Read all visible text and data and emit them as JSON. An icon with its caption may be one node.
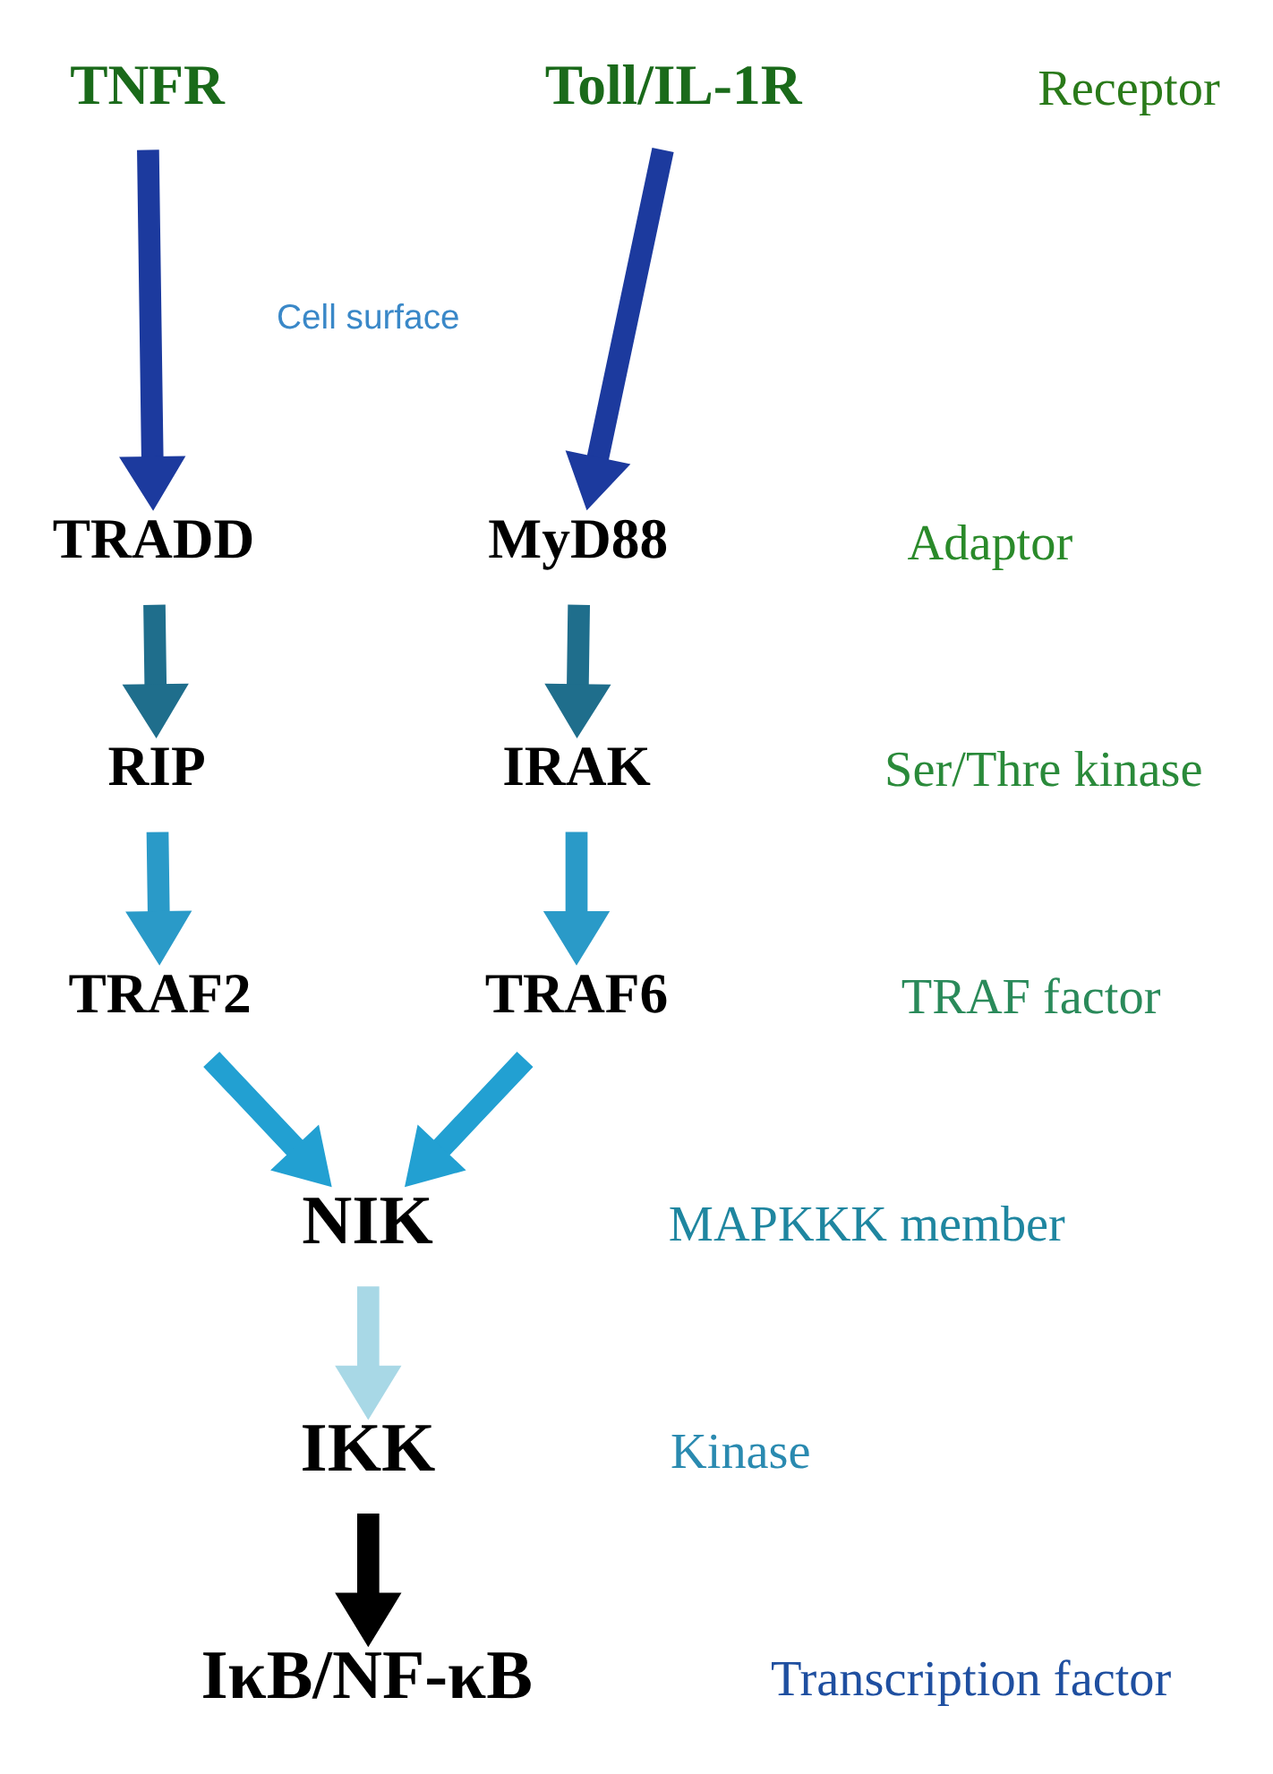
{
  "diagram": {
    "nodes": [
      {
        "text": [
          "TNFR"
        ]
      },
      {
        "text": [
          "Toll/IL-1R"
        ]
      },
      {
        "text": [
          "TRADD"
        ]
      },
      {
        "text": [
          "MyD88"
        ]
      },
      {
        "text": [
          "RIP"
        ]
      },
      {
        "text": [
          "IRAK"
        ]
      },
      {
        "text": [
          "TRAF2"
        ]
      },
      {
        "text": [
          "TRAF6"
        ]
      },
      {
        "text": [
          "NIK"
        ]
      },
      {
        "text": [
          "IKK"
        ]
      },
      {
        "text": [
          "IκB/NF-κB"
        ]
      }
    ],
    "edges": [
      {
        "from": 0,
        "to": 2,
        "arrow": "to",
        "color": "#1c3a9e"
      },
      {
        "from": 1,
        "to": 3,
        "arrow": "to",
        "color": "#1c3a9e"
      },
      {
        "from": 2,
        "to": 4,
        "arrow": "to",
        "color": "#1f6e8c"
      },
      {
        "from": 3,
        "to": 5,
        "arrow": "to",
        "color": "#1f6e8c"
      },
      {
        "from": 4,
        "to": 6,
        "arrow": "to",
        "color": "#2a9ac8"
      },
      {
        "from": 5,
        "to": 7,
        "arrow": "to",
        "color": "#2a9ac8"
      },
      {
        "from": 6,
        "to": 8,
        "arrow": "to",
        "color": "#22a0d2"
      },
      {
        "from": 7,
        "to": 8,
        "arrow": "to",
        "color": "#22a0d2"
      },
      {
        "from": 8,
        "to": 9,
        "arrow": "to",
        "color": "#a8d8e6"
      },
      {
        "from": 9,
        "to": 10,
        "arrow": "to",
        "color": "#000000"
      }
    ],
    "labels": [
      "Receptor",
      "Cell surface",
      "Adaptor",
      "Ser/Thre kinase",
      "TRAF factor",
      "MAPKKK member",
      "Kinase",
      "Transcription factor"
    ]
  }
}
